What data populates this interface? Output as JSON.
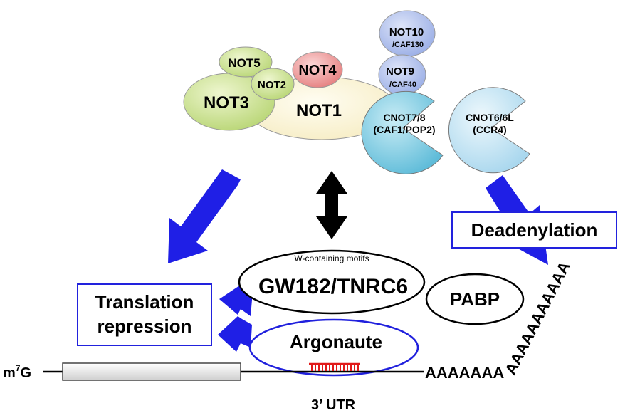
{
  "complex": {
    "not1": "NOT1",
    "not2": "NOT2",
    "not3": "NOT3",
    "not4": "NOT4",
    "not5": "NOT5",
    "not9": [
      "NOT9",
      "/CAF40"
    ],
    "not10": [
      "NOT10",
      "/CAF130"
    ],
    "cnot78": [
      "CNOT7/8",
      "(CAF1/POP2)"
    ],
    "cnot66l": [
      "CNOT6/6L",
      "(CCR4)"
    ]
  },
  "boxes": {
    "deadenylation": "Deadenylation",
    "translation": [
      "Translation",
      "repression"
    ]
  },
  "proteins": {
    "w_motifs": "W-containing motifs",
    "gw182": "GW182/TNRC6",
    "pabp": "PABP",
    "argonaute": "Argonaute"
  },
  "mrna": {
    "cap_base": "m",
    "cap_sup": "7",
    "cap_tail": "G",
    "utr": "3’ UTR",
    "polya_flat": "AAAAAAA",
    "polya_diag": "AAAAAAAAAAA"
  },
  "colors": {
    "arrow_blue": "#1f1fe6",
    "not1": "#fbf3d2",
    "green": "#d6e8a0",
    "not4": "#f2a3a3",
    "lilac": "#b9c6ee",
    "cyan": "#8fd3e6",
    "lightblue": "#c6e6f5",
    "mirna": "#e11a1a"
  }
}
